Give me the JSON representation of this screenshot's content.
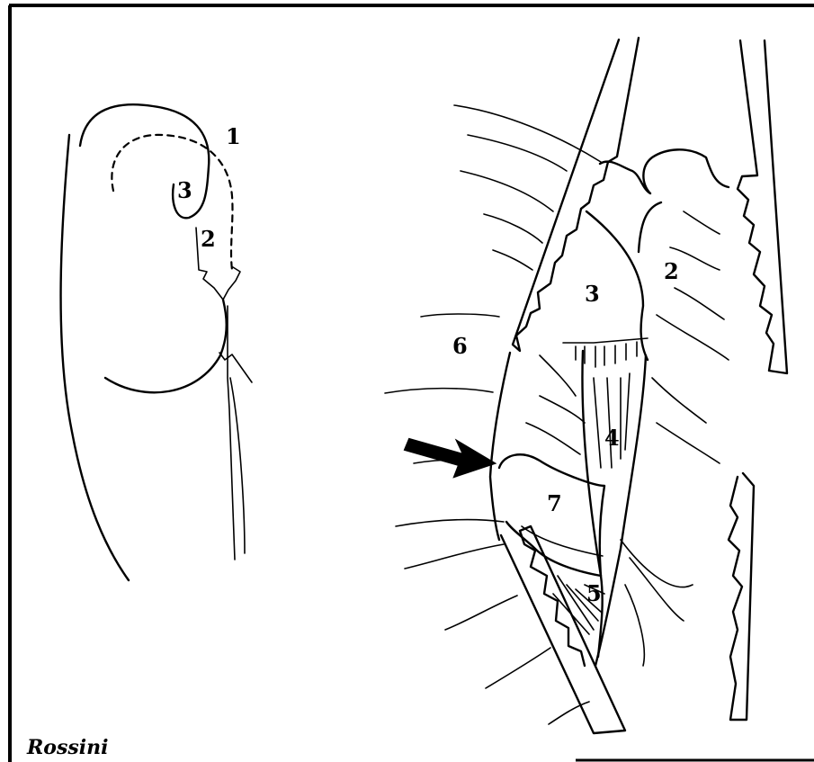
{
  "left_panel": {
    "labels": {
      "l1": "1",
      "l2": "2",
      "l3": "3"
    }
  },
  "right_panel": {
    "labels": {
      "l2": "2",
      "l3": "3",
      "l4": "4",
      "l5": "5",
      "l6": "6",
      "l7": "7"
    }
  },
  "signature": "Rossini",
  "colors": {
    "ink": "#000000",
    "paper": "#ffffff"
  }
}
